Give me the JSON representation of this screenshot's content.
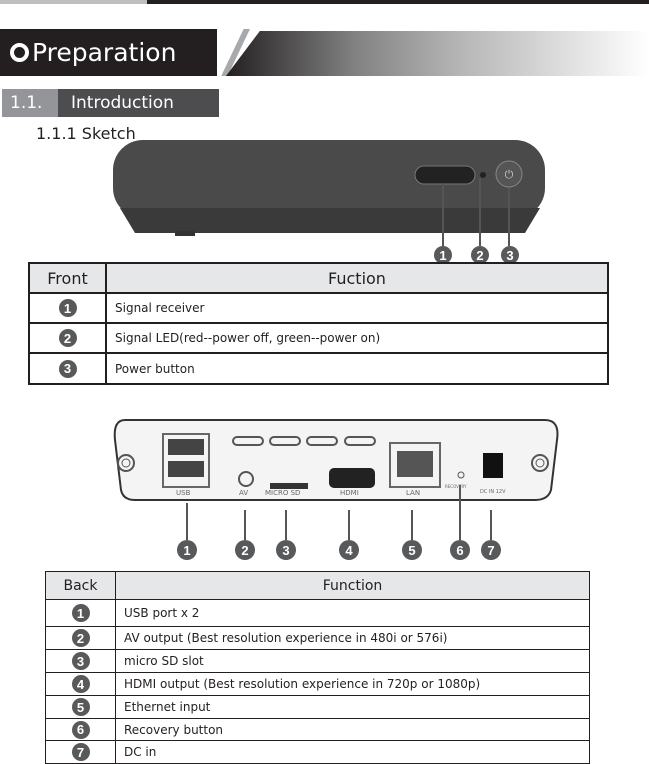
{
  "heading": {
    "icon": "circle-icon",
    "title": "Preparation"
  },
  "section": {
    "number": "1.1.",
    "title": "Introduction"
  },
  "subsection": "1.1.1 Sketch",
  "front_callouts": [
    "1",
    "2",
    "3"
  ],
  "front_table": {
    "headers": [
      "Front",
      "Fuction"
    ],
    "rows": [
      {
        "num": "1",
        "text": "Signal receiver"
      },
      {
        "num": "2",
        "text": "Signal LED(red--power off, green--power on)"
      },
      {
        "num": "3",
        "text": "Power button"
      }
    ]
  },
  "back_labels": [
    "USB",
    "AV",
    "MICRO SD",
    "HDMI",
    "LAN",
    "RECOVERY",
    "DC IN 12V"
  ],
  "back_callouts": [
    "1",
    "2",
    "3",
    "4",
    "5",
    "6",
    "7"
  ],
  "back_table": {
    "headers": [
      "Back",
      "Function"
    ],
    "rows": [
      {
        "num": "1",
        "text": "USB port x 2"
      },
      {
        "num": "2",
        "text": "AV output (Best resolution experience in 480i or 576i)"
      },
      {
        "num": "3",
        "text": "micro SD slot"
      },
      {
        "num": "4",
        "text": "HDMI output (Best resolution experience in 720p or 1080p)"
      },
      {
        "num": "5",
        "text": "Ethernet input"
      },
      {
        "num": "6",
        "text": "Recovery button"
      },
      {
        "num": "7",
        "text": "DC in"
      }
    ]
  }
}
